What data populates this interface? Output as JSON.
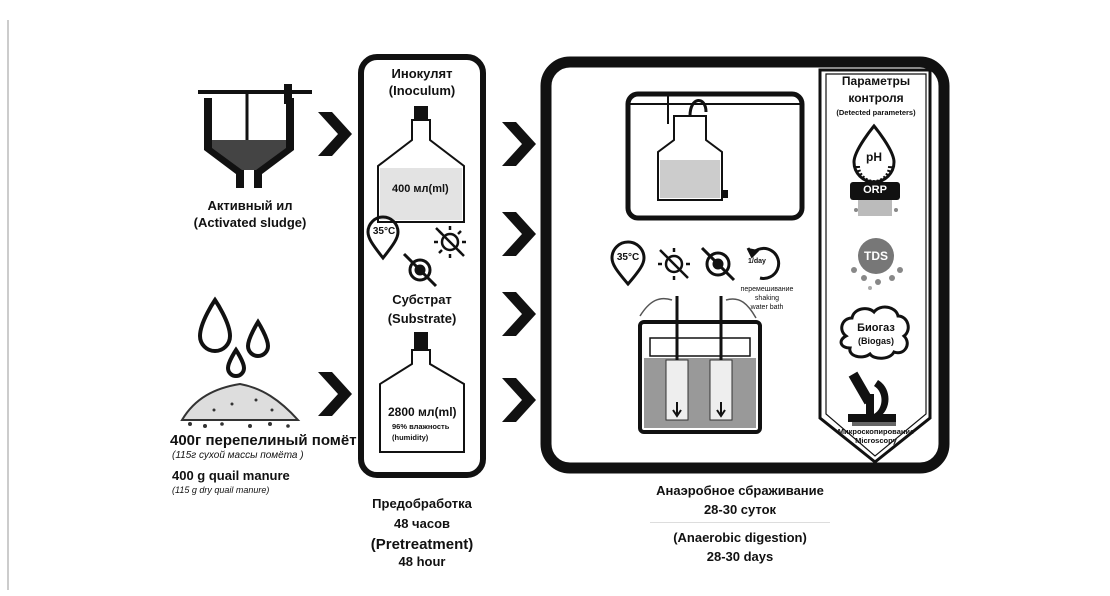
{
  "left": {
    "sludge_ru": "Активный ил",
    "sludge_en": "(Activated sludge)",
    "manure_ru": "400г перепелиный помёт",
    "manure_ru_sub": "(115г сухой массы помёта )",
    "manure_en": "400 g quail manure",
    "manure_en_sub": "(115 g dry quail manure)"
  },
  "pretreatment": {
    "inoculum_ru": "Инокулят",
    "inoculum_en": "(Inoculum)",
    "inoculum_vol": "400 мл(ml)",
    "temp": "35°C",
    "substrate_ru": "Субстрат",
    "substrate_en": "(Substrate)",
    "substrate_vol": "2800 мл(ml)",
    "humidity_1": "96% влажность",
    "humidity_2": "(humidity)",
    "caption_ru": "Предобработка",
    "caption_ru_time": "48 часов",
    "caption_en": "(Pretreatment)",
    "caption_en_time": "48 hour"
  },
  "digestion": {
    "temp": "35°C",
    "mix_rate": "1/day",
    "mix_ru": "перемешивание",
    "mix_en_1": "shaking",
    "mix_en_2": "water bath",
    "caption_ru": "Анаэробное сбраживание",
    "caption_ru_time": "28-30 суток",
    "caption_en": "(Anaerobic digestion)",
    "caption_en_time": "28-30 days"
  },
  "params": {
    "title_1": "Параметры",
    "title_2": "контроля",
    "title_en": "(Detected parameters)",
    "ph": "pH",
    "orp": "ORP",
    "tds": "TDS",
    "biogas_ru": "Биогаз",
    "biogas_en": "(Biogas)",
    "micro_ru": "Микроскопирование",
    "micro_en": "Microscopy"
  }
}
